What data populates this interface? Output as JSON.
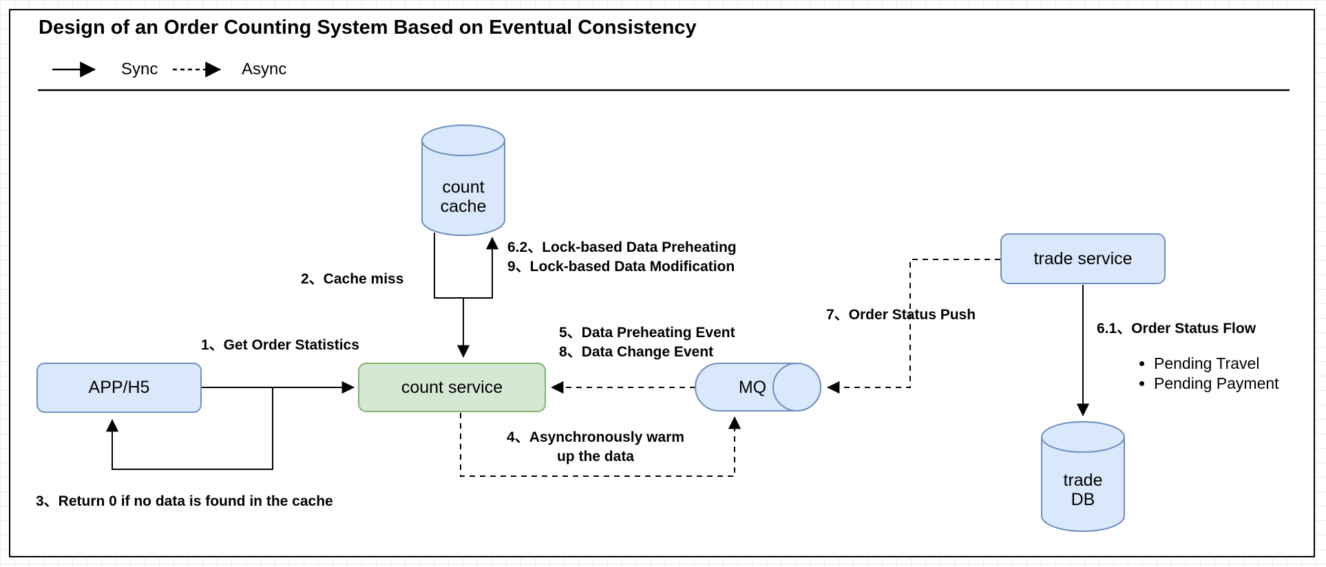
{
  "page": {
    "title": "Design of an Order Counting System Based on Eventual Consistency"
  },
  "legend": {
    "sync_label": "Sync",
    "async_label": "Async"
  },
  "nodes": {
    "count_cache": {
      "line1": "count",
      "line2": "cache"
    },
    "app_h5": {
      "label": "APP/H5"
    },
    "count_service": {
      "label": "count service"
    },
    "mq": {
      "label": "MQ"
    },
    "trade_service": {
      "label": "trade service"
    },
    "trade_db": {
      "line1": "trade",
      "line2": "DB"
    }
  },
  "annotations": {
    "step1": "1、Get Order Statistics",
    "step2": "2、Cache miss",
    "step3": "3、Return 0 if no data is found in the cache",
    "step4_line1": "4、Asynchronously warm",
    "step4_line2": "up the data",
    "step5": "5、Data Preheating Event",
    "step8": "8、Data Change Event",
    "step6_2": "6.2、Lock-based Data Preheating",
    "step9": "9、Lock-based Data Modification",
    "step7": "7、Order Status Push",
    "step6_1": "6.1、Order Status Flow",
    "bullets": [
      "Pending Travel",
      "Pending Payment"
    ]
  },
  "colors": {
    "node_blue_fill": "#dae8fc",
    "node_blue_stroke": "#6c8ebf",
    "node_green_fill": "#d5e8d4",
    "node_green_stroke": "#82b366",
    "line": "#000000"
  }
}
